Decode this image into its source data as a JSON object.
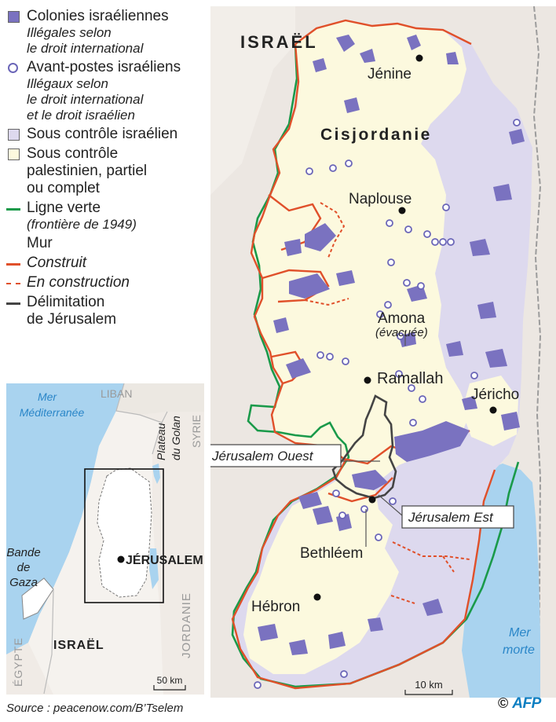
{
  "legend": {
    "settlements": {
      "label": "Colonies israéliennes",
      "sub1": "Illégales selon",
      "sub2": "le droit international",
      "color": "#7a72c0"
    },
    "outposts": {
      "label": "Avant-postes israéliens",
      "sub1": "Illégaux selon",
      "sub2": "le droit international",
      "sub3": "et le droit israélien"
    },
    "israeli_control": {
      "label": "Sous contrôle israélien",
      "color": "#ddd9ee"
    },
    "palestinian_control": {
      "label1": "Sous contrôle",
      "label2": "palestinien, partiel",
      "label3": "ou complet",
      "color": "#fcf9de"
    },
    "green_line": {
      "label": "Ligne verte",
      "sub": "(frontière de 1949)",
      "color": "#1a9a4a"
    },
    "wall": {
      "title": "Mur",
      "built": "Construit",
      "construction": "En construction",
      "color": "#e0502a"
    },
    "jerusalem_boundary": {
      "label1": "Délimitation",
      "label2": "de Jérusalem",
      "color": "#444444"
    }
  },
  "main_map": {
    "israel": "ISRAËL",
    "region": "Cisjordanie",
    "cities": {
      "jenine": "Jénine",
      "naplouse": "Naplouse",
      "amona": "Amona",
      "amona_note": "(évacuée)",
      "ramallah": "Ramallah",
      "jericho": "Jéricho",
      "jerusalem_west": "Jérusalem Ouest",
      "jerusalem_east": "Jérusalem Est",
      "bethleem": "Bethléem",
      "hebron": "Hébron"
    },
    "dead_sea": "Mer",
    "dead_sea2": "morte",
    "scale": "10 km"
  },
  "inset": {
    "sea1": "Mer",
    "sea2": "Méditerranée",
    "liban": "LIBAN",
    "golan1": "Plateau",
    "golan2": "du Golan",
    "syrie": "SYRIE",
    "gaza1": "Bande",
    "gaza2": "de",
    "gaza3": "Gaza",
    "jerusalem": "JÉRUSALEM",
    "israel": "ISRAËL",
    "jordanie": "JORDANIE",
    "egypte": "ÉGYPTE",
    "scale": "50 km"
  },
  "source": "Source : peacenow.com/B’Tselem",
  "credit": {
    "copy": "©",
    "agency": "AFP"
  }
}
